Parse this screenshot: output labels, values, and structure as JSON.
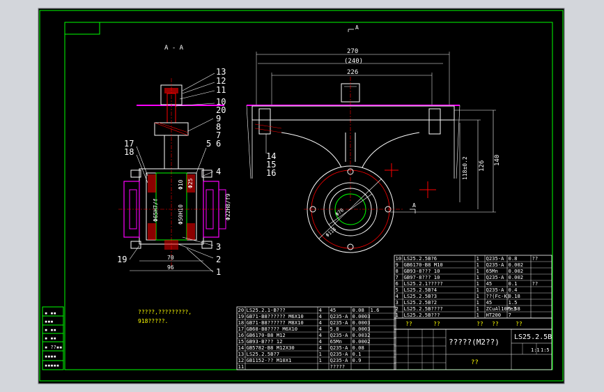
{
  "colors": {
    "background": "#d3d6db",
    "paper": "#000000",
    "border": "#00ff00",
    "title_text": "#ffffff",
    "dimension": "#ffffff",
    "outline": "#ffffff",
    "center_line": "#ff0000",
    "section": "#ff00ff",
    "label": "#00ff00",
    "part_text": "#ffff00"
  },
  "section_view": {
    "title": "A - A",
    "balloons": [
      "13",
      "12",
      "11",
      "10",
      "20",
      "9",
      "8",
      "7",
      "6",
      "5",
      "4",
      "17",
      "18",
      "3",
      "2",
      "1",
      "19"
    ],
    "dims": {
      "d65": "Φ65H7/f",
      "d50": "Φ50H10",
      "d25": "Φ25",
      "right_fit": "Φ22H8/f9",
      "right_fit2": "Φ10",
      "w70": "70",
      "w96": "96"
    }
  },
  "front_view": {
    "section_marker_top": "A",
    "section_marker_bottom": "A",
    "dims": {
      "d270": "270",
      "d240": "(240)",
      "d226": "226",
      "d140": "140",
      "d126": "126",
      "d118": "118±0.2",
      "d114": "Φ114",
      "d70": "Φ70"
    },
    "side_balloons": [
      "14",
      "15",
      "16"
    ]
  },
  "notes": [
    "?????,?????????,",
    "918?????."
  ],
  "side_block": [
    "▪ ▪▪",
    "▪▪▪",
    "▪ ▪▪",
    "▪ ▪▪",
    "▪ ??▪▪",
    "▪▪▪▪",
    "▪▪▪▪▪"
  ],
  "bom_left": [
    [
      "20",
      "LS25.2.1-B???",
      "4",
      "45",
      "0.08",
      "1.6"
    ],
    [
      "19",
      "GB71-B8?????? M6X10",
      "4",
      "Q235-A",
      "0.0003",
      ""
    ],
    [
      "18",
      "GB71-B8?????? M8X10",
      "4",
      "Q235-A",
      "0.0003",
      ""
    ],
    [
      "17",
      "GB68-B8???? M6X10",
      "4",
      "5.8",
      "0.0003",
      ""
    ],
    [
      "16",
      "GB6170-B8 M12",
      "4",
      "Q235-A",
      "0.0032",
      ""
    ],
    [
      "15",
      "GB93-B??? 12",
      "4",
      "65Mn",
      "0.0002",
      ""
    ],
    [
      "14",
      "GB5782-B8 M12X30",
      "4",
      "Q235-A",
      "0.08",
      ""
    ],
    [
      "13",
      "LS25.2.5B?7",
      "1",
      "Q235-A",
      "0.1",
      ""
    ],
    [
      "12",
      "GB1152-?? M10X1",
      "1",
      "Q235-A",
      "0.9",
      ""
    ],
    [
      "11",
      "",
      "",
      "?????",
      "",
      ""
    ]
  ],
  "bom_right": [
    [
      "10",
      "LS25.2.5B?6",
      "1",
      "Q235-A",
      "0.8",
      "??"
    ],
    [
      "9",
      "GB6170-B8 M10",
      "1",
      "Q235-A",
      "0.002",
      ""
    ],
    [
      "8",
      "GB93-8??? 10",
      "1",
      "65Mn",
      "0.002",
      ""
    ],
    [
      "7",
      "GB97-8??? 10",
      "1",
      "Q235-A",
      "0.002",
      ""
    ],
    [
      "6",
      "LS25.2.1?????",
      "1",
      "45",
      "0.1",
      "??"
    ],
    [
      "5",
      "LS25.2.5B?4",
      "1",
      "Q235-A",
      "0.4",
      ""
    ],
    [
      "4",
      "LS25.2.5B?3",
      "1",
      "??(Fc-K)",
      "0.18",
      ""
    ],
    [
      "3",
      "LS25.2.5B?2",
      "1",
      "45",
      "1.5",
      ""
    ],
    [
      "2",
      "LS25.2.5B????",
      "1",
      "ZCuAl10Fe3",
      "5.58",
      ""
    ],
    [
      "1",
      "LS25.2.5B???",
      "1",
      "HT200",
      "7",
      ""
    ]
  ],
  "bom_header_right": [
    "??",
    "??",
    "??",
    "??",
    "??"
  ],
  "title_block": {
    "drawing_title": "?????(M2??)",
    "drawing_number": "LS25.2.5B",
    "scale": "1:1",
    "sheet": "1:5",
    "company": "??"
  }
}
